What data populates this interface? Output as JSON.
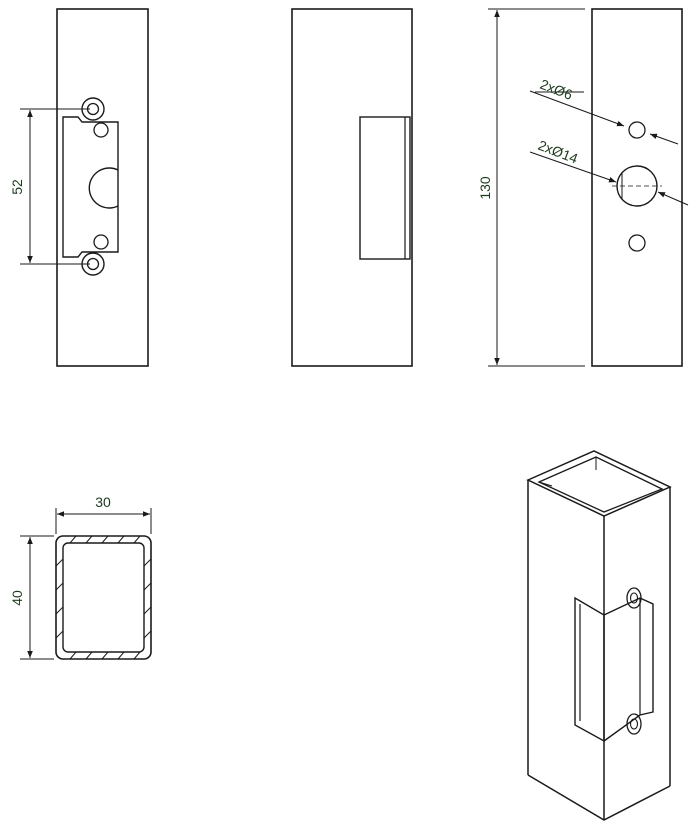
{
  "dimensions": {
    "front_height": "52",
    "hole_small": "2xØ6",
    "hole_large": "2xØ14",
    "total_height": "130",
    "section_width": "30",
    "section_height": "40"
  },
  "colors": {
    "line": "#1a1a1a",
    "dimension_text": "#1d3a1d",
    "background": "#ffffff"
  }
}
